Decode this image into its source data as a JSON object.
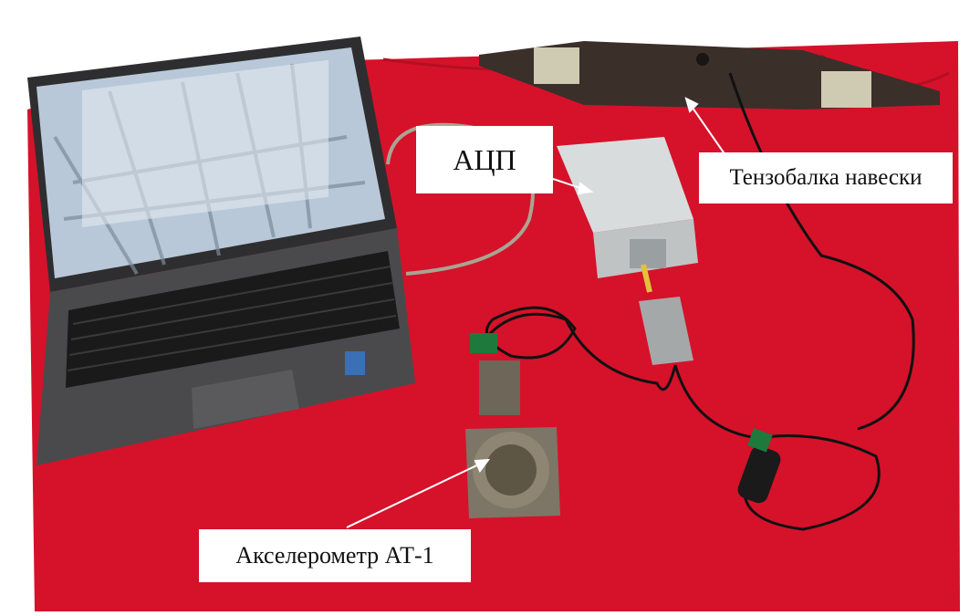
{
  "labels": {
    "adc": "АЦП",
    "beam": "Тензобалка навески",
    "accelerometer": "Акселерометр АТ-1"
  },
  "colors": {
    "tablecloth": "#d5122a",
    "background": "#ffffff",
    "laptop_body": "#4a4a4d",
    "adc_box": "#d9dcdc",
    "beam_metal": "#3b2f2a",
    "cable": "#111111",
    "sensor_green": "#1e7a3c"
  }
}
